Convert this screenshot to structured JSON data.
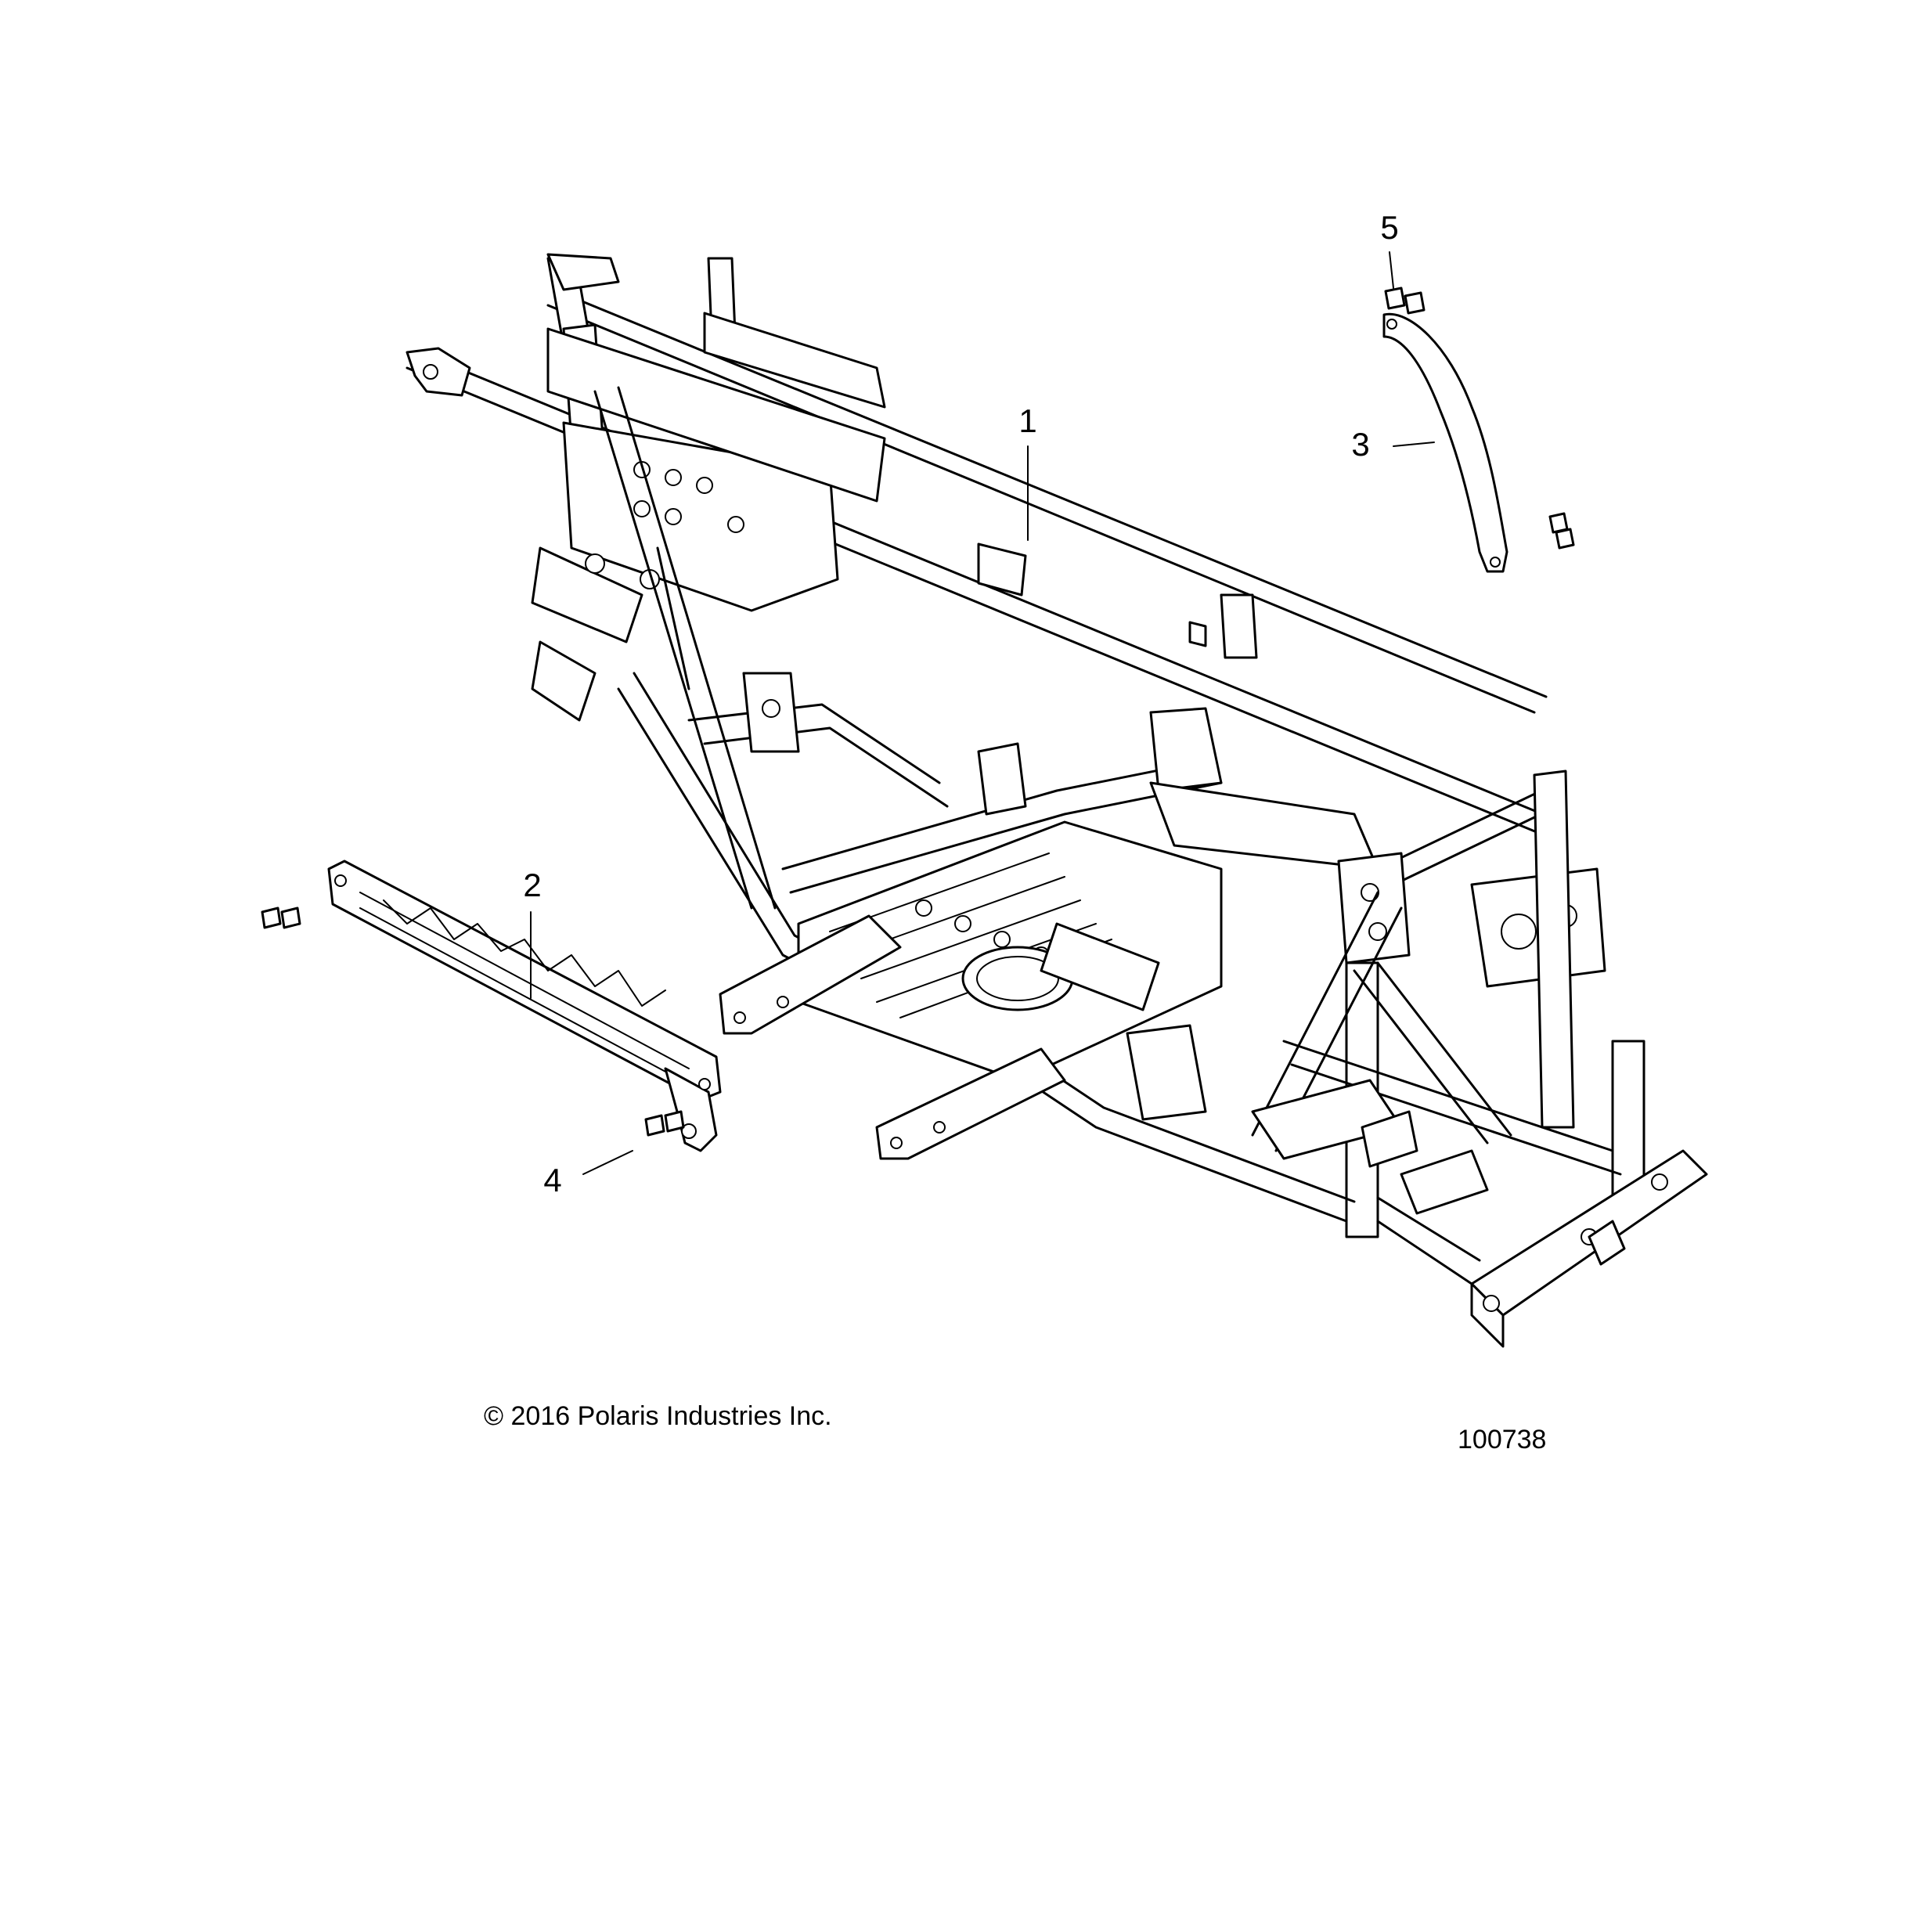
{
  "callouts": [
    {
      "number": "1",
      "part": "frame"
    },
    {
      "number": "2",
      "part": "front-cross-brace"
    },
    {
      "number": "3",
      "part": "rear-strap-bracket"
    },
    {
      "number": "4",
      "part": "brace-bolts"
    },
    {
      "number": "5",
      "part": "strap-bolts"
    }
  ],
  "footer": {
    "copyright": "© 2016 Polaris Industries Inc.",
    "figure_number": "100738"
  }
}
